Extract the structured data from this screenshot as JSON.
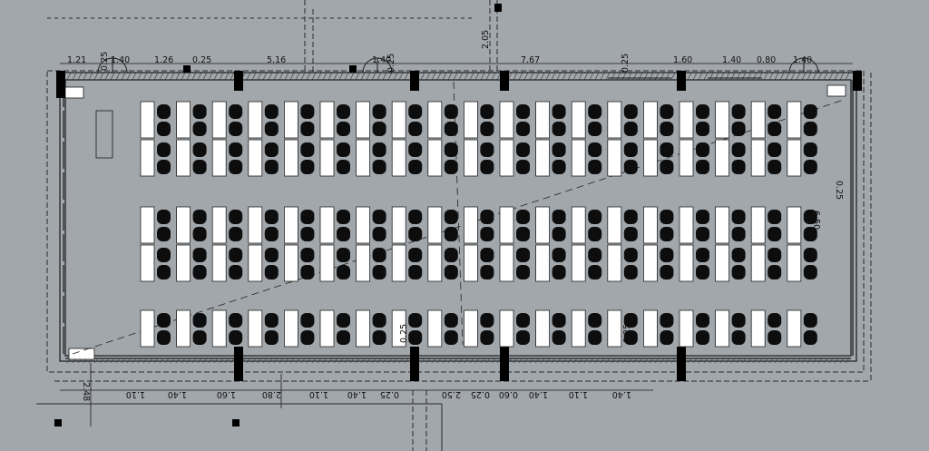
{
  "colors": {
    "background": "#a2a7ac",
    "line": "#1a1a1a",
    "column": "#000000",
    "desk": "#ffffff",
    "chair": "#0d0d0d"
  },
  "top_dims": [
    "1.21",
    "0.25",
    "1.40",
    "1.26",
    "0.25",
    "5.16",
    "1.40",
    "0.25",
    "7.67",
    "0.25",
    "1.60",
    "1.40",
    "0.80",
    "1.40"
  ],
  "aux_dims": {
    "vertical_top": "2.05",
    "right_side": "0.25",
    "right_mid": "6.50",
    "left_bottom": "2.48"
  },
  "bottom_dims": [
    "1.10",
    "1.40",
    "1.60",
    "2.80",
    "1.10",
    "1.40",
    "0.25",
    "2.50",
    "0.25",
    "0.60",
    "1.40",
    "1.10",
    "1.40"
  ],
  "bottom_inner": [
    "0.25",
    "0.25"
  ],
  "seating": {
    "columns": 19,
    "block_rows": [
      2,
      2,
      1
    ]
  }
}
